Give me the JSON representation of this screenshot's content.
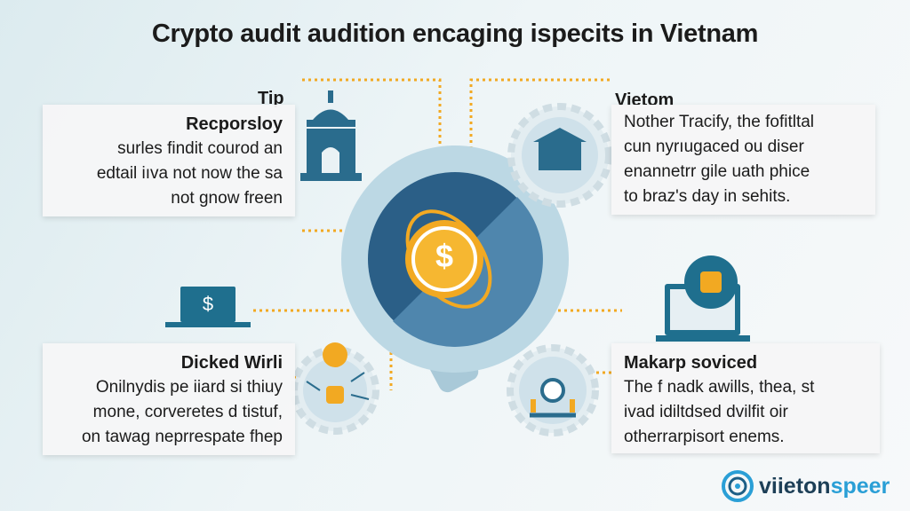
{
  "title": "Crypto audit audition encaging ispecits in Vietnam",
  "cards": [
    {
      "label": "Tip",
      "heading": "Recporsloy",
      "lines": [
        "surles findit courod an",
        "edtail iıva not now the sa",
        "not gnow freen"
      ]
    },
    {
      "label": "Vietom",
      "lines": [
        "Nother Tracify, the fofitltal",
        "cun nyrıugaced ou diser",
        "enannetrr gile uath phice",
        "to braz's day in sehits."
      ]
    },
    {
      "heading": "Dicked Wirli",
      "lines": [
        "Onilnydis pe iiard si thiuy",
        "mone, corveretes d tistuf,",
        "on tawag neprrespate fhep"
      ]
    },
    {
      "heading": "Makarp soviced",
      "lines": [
        "The f nadk awills, thea, st",
        "ivad idiltdsed dvilfit oir",
        "otherrarpisort enems."
      ]
    }
  ],
  "center": {
    "coin_symbol": "$"
  },
  "laptop_symbol": "$",
  "logo": {
    "text_dark": "viieton",
    "text_light": "speer"
  },
  "colors": {
    "accent": "#f2a922",
    "dark_blue": "#2a5f86",
    "teal": "#1f6f8e",
    "ring": "#b9d6e2"
  }
}
